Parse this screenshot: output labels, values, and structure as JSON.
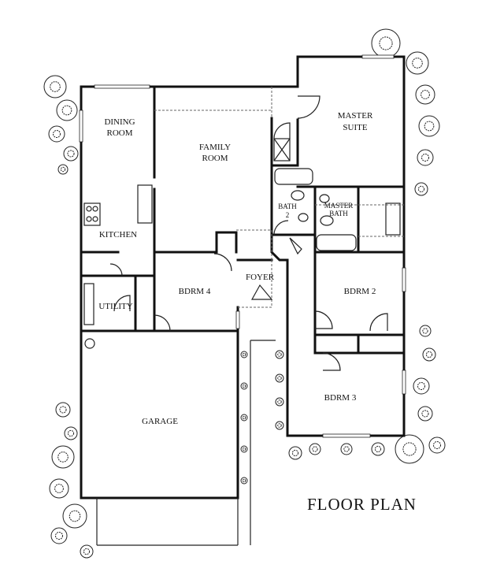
{
  "title": "FLOOR PLAN",
  "rooms": {
    "dining": [
      "DINING",
      "ROOM"
    ],
    "family": [
      "FAMILY",
      "ROOM"
    ],
    "master": [
      "MASTER",
      "SUITE"
    ],
    "bath2": [
      "BATH",
      "2"
    ],
    "master_bath": [
      "MASTER",
      "BATH"
    ],
    "kitchen": "KITCHEN",
    "utility": "UTILITY",
    "bdrm4": "BDRM 4",
    "foyer": "FOYER",
    "bdrm2": "BDRM 2",
    "bdrm3": "BDRM 3",
    "garage": "GARAGE"
  }
}
